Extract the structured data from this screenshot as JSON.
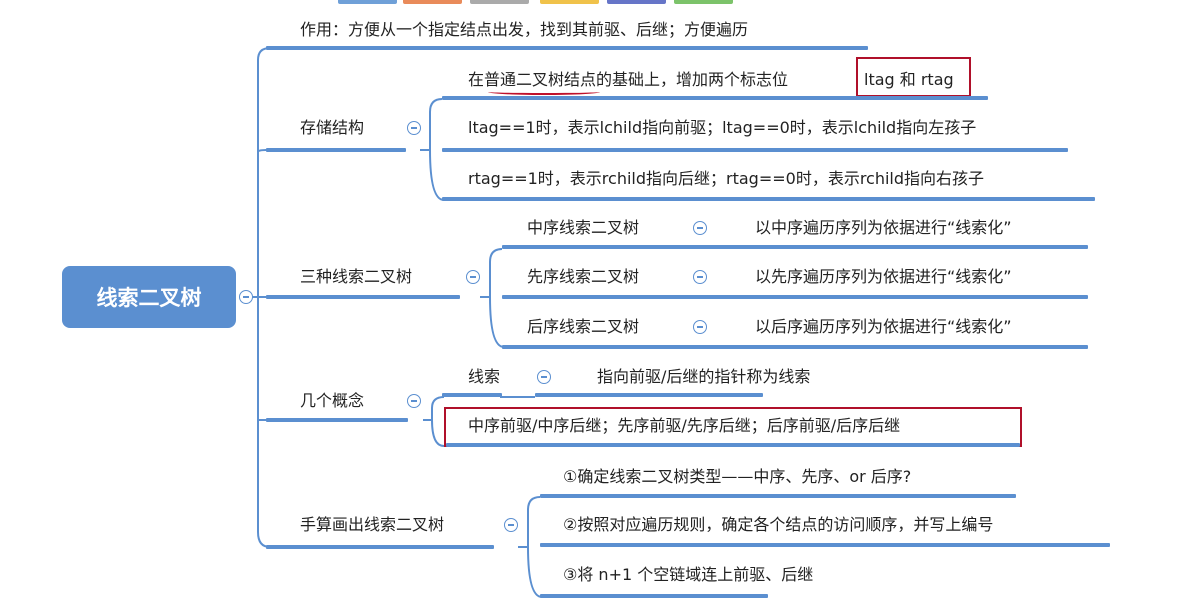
{
  "root": {
    "label": "线索二叉树"
  },
  "colors": {
    "branch": "#5b8fd0",
    "highlight": "#b0102a",
    "root": "#5b8fd0"
  },
  "branches": [
    {
      "label": "作用：方便从一个指定结点出发，找到其前驱、后继；方便遍历"
    },
    {
      "label": "存储结构",
      "children": [
        "在普通二叉树结点的基础上，增加两个标志位",
        "ltag 和 rtag",
        "ltag==1时，表示lchild指向前驱；ltag==0时，表示lchild指向左孩子",
        "rtag==1时，表示rchild指向后继；rtag==0时，表示rchild指向右孩子"
      ]
    },
    {
      "label": "三种线索二叉树",
      "children": [
        {
          "label": "中序线索二叉树",
          "leaf": "以中序遍历序列为依据进行“线索化”"
        },
        {
          "label": "先序线索二叉树",
          "leaf": "以先序遍历序列为依据进行“线索化”"
        },
        {
          "label": "后序线索二叉树",
          "leaf": "以后序遍历序列为依据进行“线索化”"
        }
      ]
    },
    {
      "label": "几个概念",
      "children": [
        {
          "label": "线索",
          "leaf": "指向前驱/后继的指针称为线索"
        },
        {
          "label": "中序前驱/中序后继；先序前驱/先序后继；后序前驱/后序后继"
        }
      ]
    },
    {
      "label": "手算画出线索二叉树",
      "children": [
        "①确定线索二叉树类型——中序、先序、or 后序?",
        "②按照对应遍历规则，确定各个结点的访问顺序，并写上编号",
        "③将 n+1 个空链域连上前驱、后继"
      ]
    }
  ]
}
